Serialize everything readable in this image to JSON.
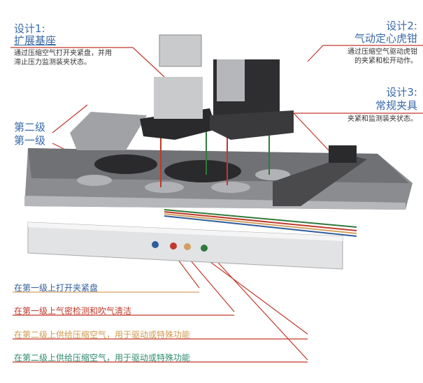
{
  "design1": {
    "title": "设计1:",
    "name": "扩展基座",
    "desc1": "通过压缩空气打开夹紧盘，并用",
    "desc2": "滞止压力监测装夹状态。"
  },
  "design2": {
    "title": "设计2:",
    "name": "气动定心虎钳",
    "desc1": "通过压缩空气驱动虎钳",
    "desc2": "的夹紧和松开动作。"
  },
  "design3": {
    "title": "设计3:",
    "name": "常规夹具",
    "desc1": "夹紧和监测装夹状态。"
  },
  "levels": {
    "second": "第二级",
    "first": "第一级"
  },
  "bottom_labels": [
    {
      "text": "在第一级上打开夹紧盘",
      "color": "#2f5d9c",
      "line": "#d2a060"
    },
    {
      "text": "在第一级上气密检测和吹气清洁",
      "color": "#c0392b",
      "line": "#c0392b"
    },
    {
      "text": "在第二级上供给压缩空气，用于驱动或特殊功能",
      "color": "#d09a50",
      "line": "#c0392b"
    },
    {
      "text": "在第二级上供给压缩空气，用于驱动或特殊功能",
      "color": "#2e8b6e",
      "line": "#c0392b"
    }
  ],
  "colors": {
    "accent": "#3a6aa8",
    "leader": "#c0392b"
  }
}
